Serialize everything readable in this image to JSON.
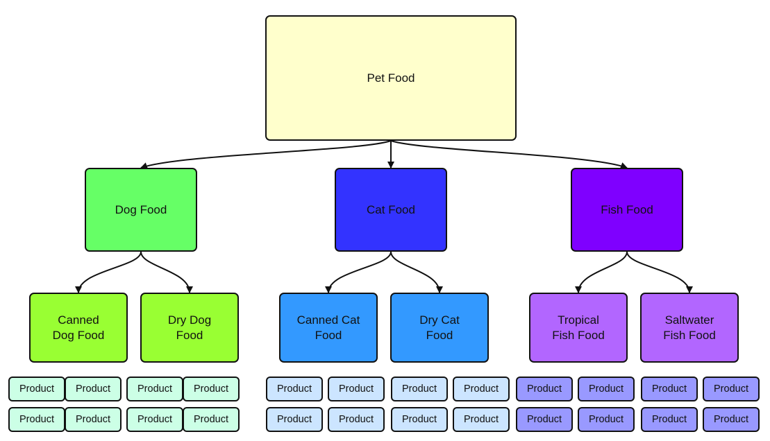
{
  "root": {
    "label": "Pet Food",
    "color": "#ffffcc"
  },
  "categories": [
    {
      "label": "Dog Food",
      "color": "#66ff66",
      "children": [
        {
          "label": "Canned\nDog Food",
          "color": "#99ff33"
        },
        {
          "label": "Dry Dog\nFood",
          "color": "#99ff33"
        }
      ],
      "product_color": "#ccffe6"
    },
    {
      "label": "Cat Food",
      "color": "#3333ff",
      "children": [
        {
          "label": "Canned Cat\nFood",
          "color": "#3399ff"
        },
        {
          "label": "Dry Cat\nFood",
          "color": "#3399ff"
        }
      ],
      "product_color": "#cce5ff"
    },
    {
      "label": "Fish Food",
      "color": "#7f00ff",
      "children": [
        {
          "label": "Tropical\nFish Food",
          "color": "#b266ff"
        },
        {
          "label": "Saltwater\nFish Food",
          "color": "#b266ff"
        }
      ],
      "product_color": "#9999ff"
    }
  ],
  "product_label": "Product",
  "products_per_subcategory": 4
}
